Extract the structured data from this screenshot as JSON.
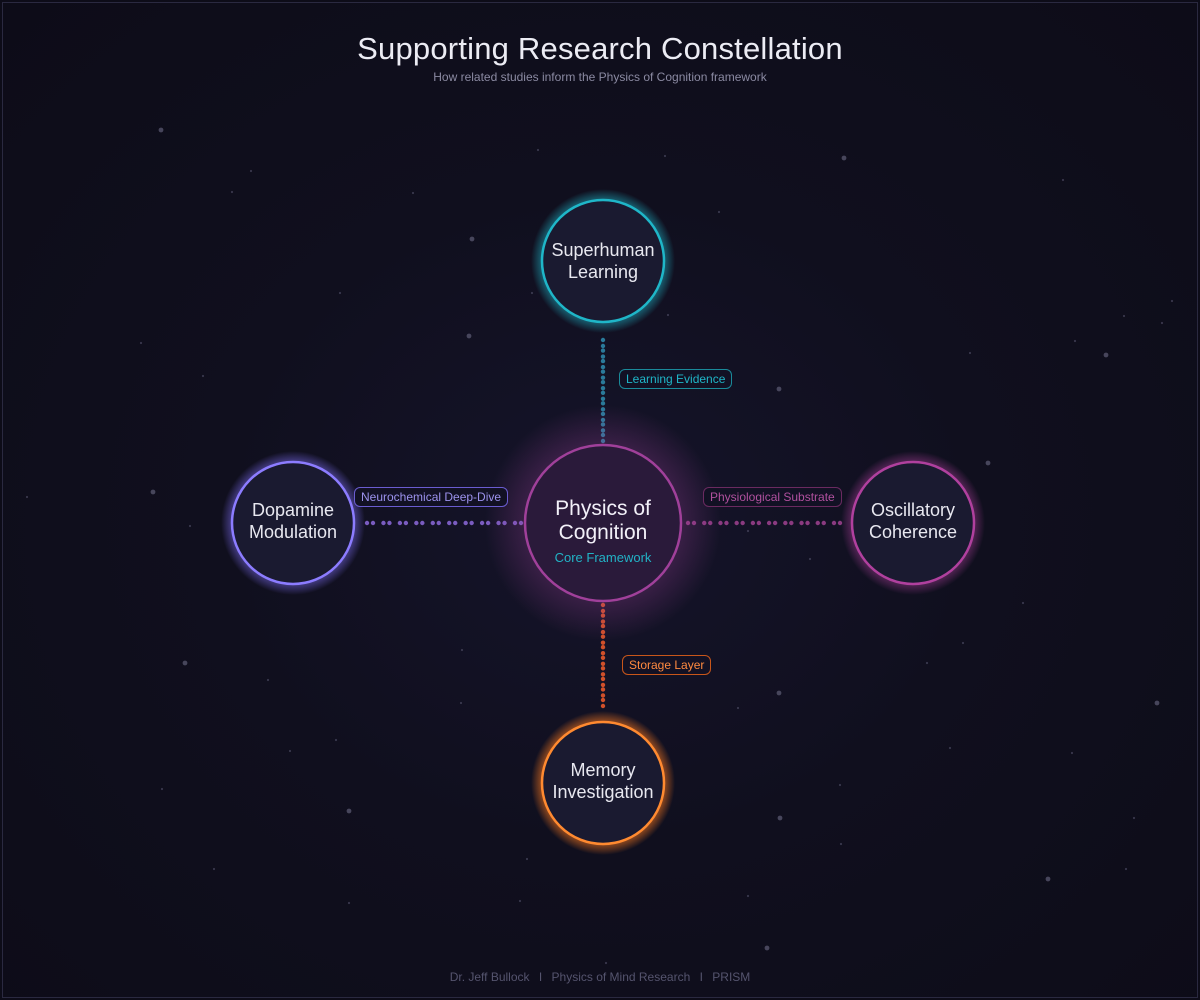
{
  "header": {
    "title": "Supporting Research Constellation",
    "subtitle": "How related studies inform the Physics of Cognition framework"
  },
  "center_node": {
    "title_line1": "Physics of",
    "title_line2": "Cognition",
    "subtitle": "Core Framework",
    "color": "#a0409a"
  },
  "nodes": [
    {
      "id": "top",
      "line1": "Superhuman",
      "line2": "Learning",
      "color": "#1fb6c8",
      "edge_label": "Learning Evidence"
    },
    {
      "id": "left",
      "line1": "Dopamine",
      "line2": "Modulation",
      "color": "#7c6cf0",
      "edge_label": "Neurochemical Deep-Dive"
    },
    {
      "id": "right",
      "line1": "Oscillatory",
      "line2": "Coherence",
      "color": "#b0409e",
      "edge_label": "Physiological Substrate"
    },
    {
      "id": "bottom",
      "line1": "Memory",
      "line2": "Investigation",
      "color": "#ff7a1e",
      "edge_label": "Storage Layer"
    }
  ],
  "footer": {
    "author": "Dr. Jeff Bullock",
    "org": "Physics of Mind Research",
    "project": "PRISM",
    "separator": "I"
  }
}
